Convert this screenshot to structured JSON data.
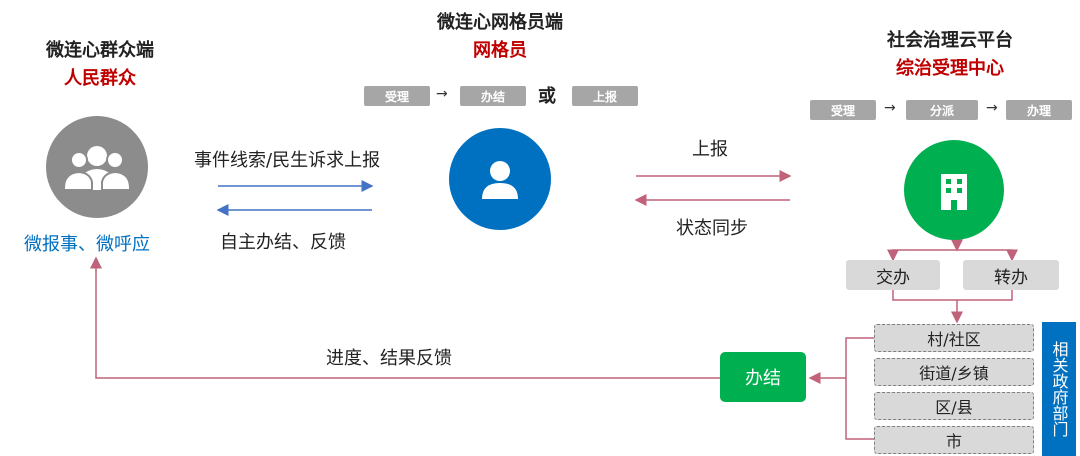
{
  "left": {
    "title": "微连心群众端",
    "role": "人民群众",
    "caption": "微报事、微呼应"
  },
  "middle": {
    "title": "微连心网格员端",
    "role": "网格员",
    "chips": [
      "受理",
      "办结",
      "上报"
    ],
    "or_text": "或"
  },
  "right": {
    "title": "社会治理云平台",
    "role": "综治受理中心",
    "chips": [
      "受理",
      "分派",
      "办理"
    ]
  },
  "arrows": {
    "report_up": "事件线索/民生诉求上报",
    "self_handle": "自主办结、反馈",
    "to_platform": "上报",
    "status_sync": "状态同步",
    "progress_feedback": "进度、结果反馈"
  },
  "dispatch": {
    "assign": "交办",
    "transfer": "转办"
  },
  "levels": [
    "村/社区",
    "街道/乡镇",
    "区/县",
    "市"
  ],
  "side_label": "相关政府部门",
  "done_label": "办结",
  "colors": {
    "red_title": "#c00000",
    "blue_arrow": "#4472c4",
    "pink_arrow": "#c0627a",
    "green": "#00b050",
    "blue_circle": "#0070c0",
    "gray_circle": "#8c8c8c",
    "side_bar": "#0070c0"
  }
}
